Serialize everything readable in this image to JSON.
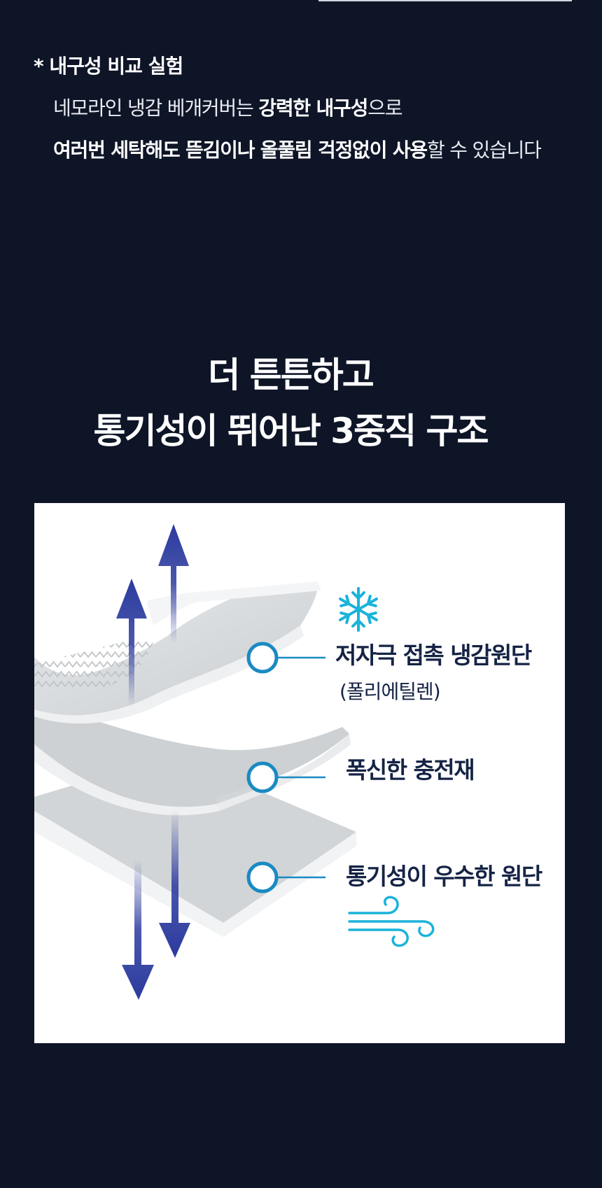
{
  "durability": {
    "heading": "* 내구성 비교 실험",
    "line1": {
      "pre": "네모라인 냉감 베개커버는 ",
      "bold": "강력한 내구성",
      "post": "으로"
    },
    "line2": {
      "bold": "여러번 세탁해도 뜯김이나  올풀림 걱정없이 사용",
      "post": "할 수 있습니다"
    }
  },
  "headline": {
    "line1": "더 튼튼하고",
    "line2": "통기성이 뛰어난 3중직 구조"
  },
  "layers": {
    "layer1": {
      "title": "저자극 접촉 냉감원단",
      "subtitle": "(폴리에틸렌)",
      "icon": "snowflake-icon"
    },
    "layer2": {
      "title": "폭신한 충전재"
    },
    "layer3": {
      "title": "통기성이 우수한 원단",
      "icon": "wind-icon"
    }
  },
  "colors": {
    "background": "#0e1527",
    "label": "#152345",
    "callout": "#1a8ac2",
    "arrow": "#2b3a9e",
    "icon": "#1ab3d9"
  }
}
